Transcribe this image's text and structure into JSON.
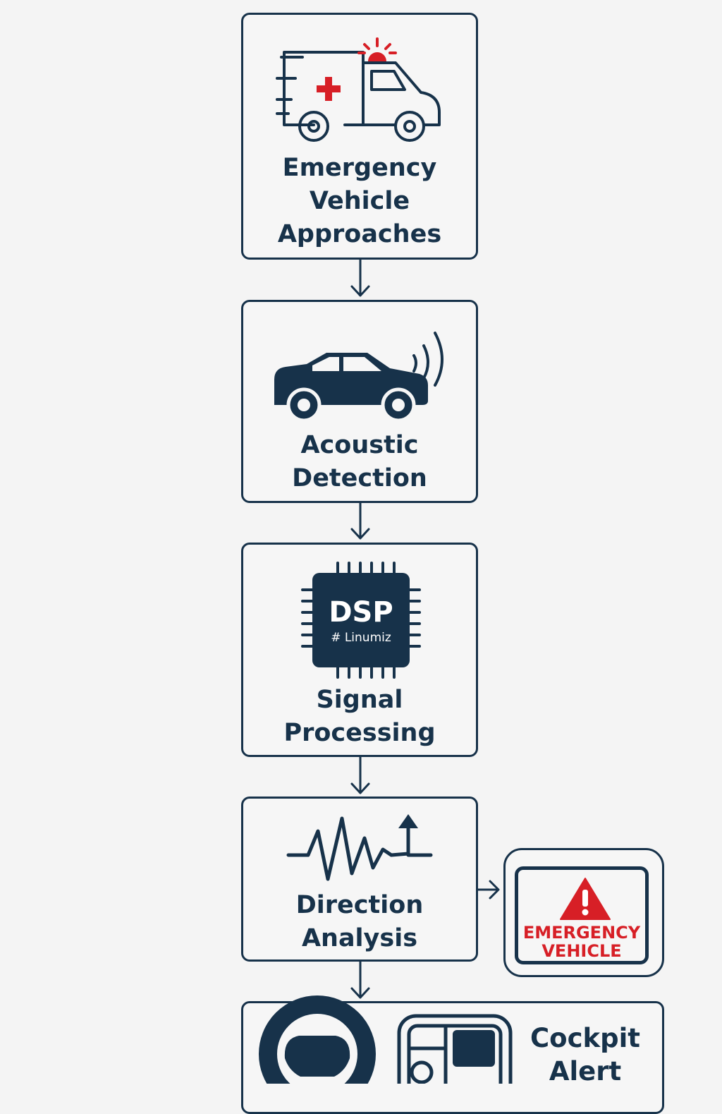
{
  "steps": [
    {
      "id": "emergency-vehicle",
      "icon": "ambulance-icon",
      "lines": [
        "Emergency",
        "Vehicle",
        "Approaches"
      ]
    },
    {
      "id": "acoustic-detection",
      "icon": "car-sound-icon",
      "lines": [
        "Acoustic",
        "Detection"
      ]
    },
    {
      "id": "signal-processing",
      "icon": "dsp-chip-icon",
      "lines": [
        "Signal",
        "Processing"
      ]
    },
    {
      "id": "direction-analysis",
      "icon": "waveform-arrow-icon",
      "lines": [
        "Direction",
        "Analysis"
      ]
    },
    {
      "id": "cockpit-alert",
      "icon": "steering-wheel-icon",
      "lines": [
        "Cockpit",
        "Alert"
      ]
    }
  ],
  "chip": {
    "title": "DSP",
    "subtitle": "# Linumiz"
  },
  "alert_display": {
    "icon": "warning-triangle-icon",
    "lines": [
      "EMERGENCY",
      "VEHICLE"
    ]
  },
  "colors": {
    "primary": "#17324a",
    "accent": "#d71f26",
    "background": "#f4f4f4"
  }
}
